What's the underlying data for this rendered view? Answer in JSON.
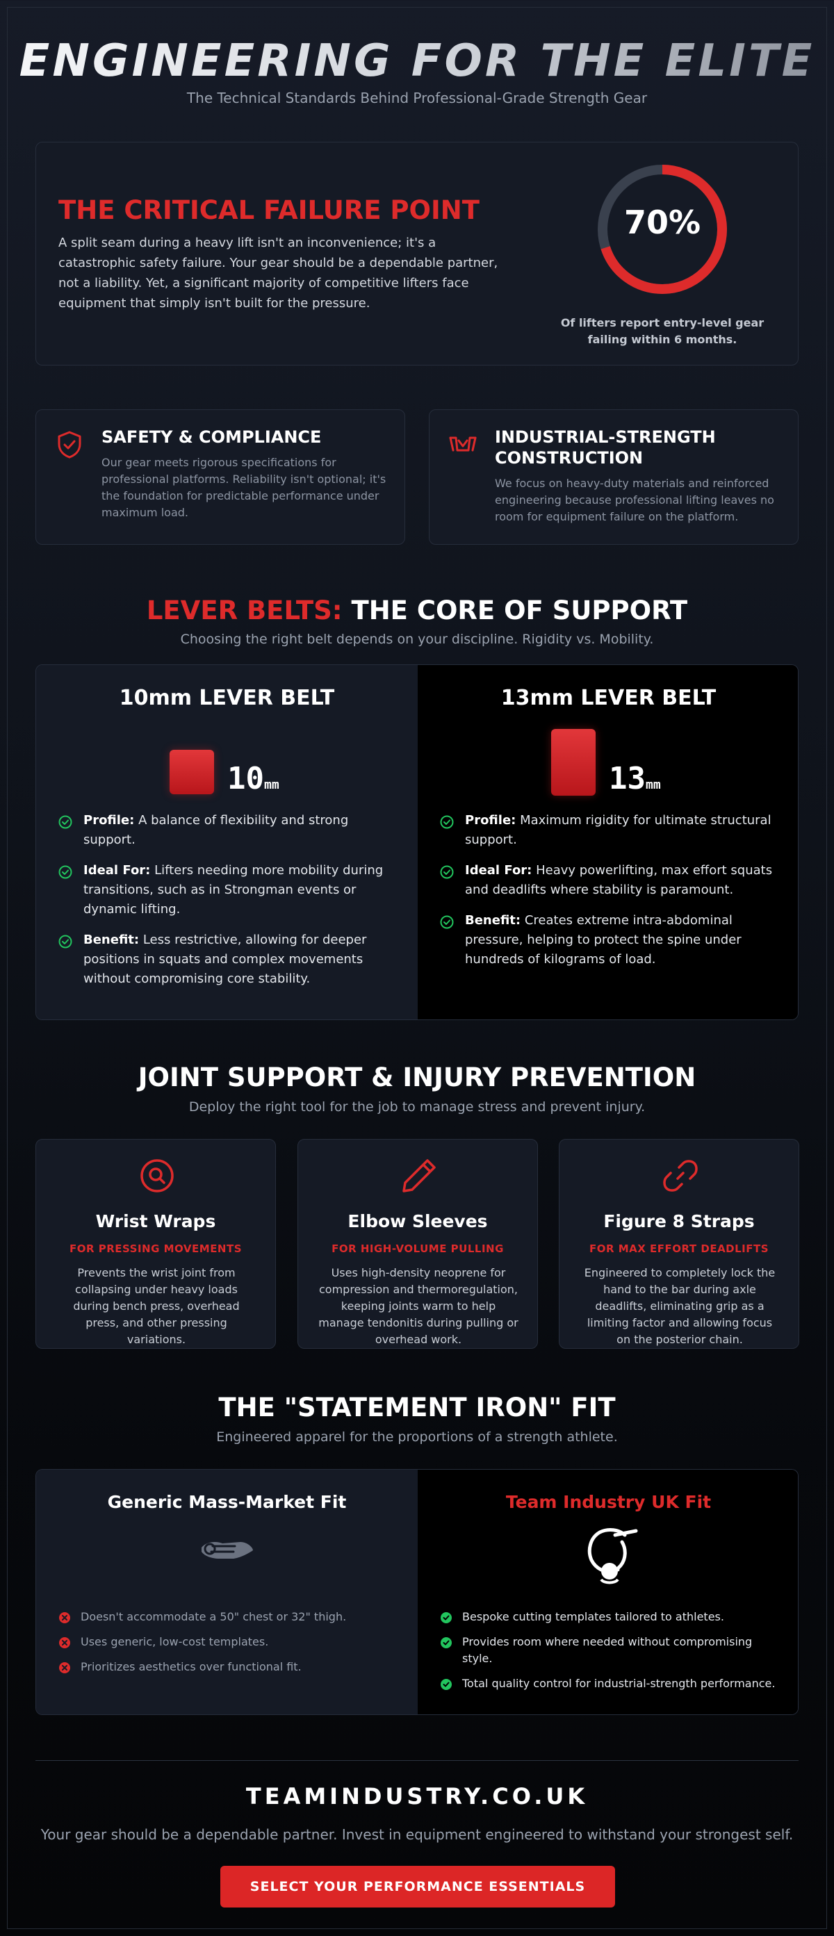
{
  "hero": {
    "title": "ENGINEERING FOR THE ELITE",
    "subtitle": "The Technical Standards Behind Professional-Grade Strength Gear"
  },
  "critical": {
    "title": "THE CRITICAL FAILURE POINT",
    "body": "A split seam during a heavy lift isn't an inconvenience; it's a catastrophic safety failure. Your gear should be a dependable partner, not a liability. Yet, a significant majority of competitive lifters face equipment that simply isn't built for the pressure.",
    "stat_value": "70%",
    "stat_fraction": 0.7,
    "stat_caption": "Of lifters report entry-level gear failing within 6 months."
  },
  "features": [
    {
      "icon": "shield-check-icon",
      "title": "SAFETY & COMPLIANCE",
      "body": "Our gear meets rigorous specifications for professional platforms. Reliability isn't optional; it's the foundation for predictable performance under maximum load."
    },
    {
      "icon": "industrial-icon",
      "title": "INDUSTRIAL-STRENGTH CONSTRUCTION",
      "body": "We focus on heavy-duty materials and reinforced engineering because professional lifting leaves no room for equipment failure on the platform."
    }
  ],
  "belts_section": {
    "title_accent": "LEVER BELTS:",
    "title_rest": "THE CORE OF SUPPORT",
    "subtitle": "Choosing the right belt depends on your discipline. Rigidity vs. Mobility."
  },
  "belts": [
    {
      "title": "10mm LEVER BELT",
      "thickness": "10",
      "unit": "mm",
      "points": [
        {
          "label": "Profile:",
          "text": "A balance of flexibility and strong support."
        },
        {
          "label": "Ideal For:",
          "text": "Lifters needing more mobility during transitions, such as in Strongman events or dynamic lifting."
        },
        {
          "label": "Benefit:",
          "text": "Less restrictive, allowing for deeper positions in squats and complex movements without compromising core stability."
        }
      ]
    },
    {
      "title": "13mm LEVER BELT",
      "thickness": "13",
      "unit": "mm",
      "points": [
        {
          "label": "Profile:",
          "text": "Maximum rigidity for ultimate structural support."
        },
        {
          "label": "Ideal For:",
          "text": "Heavy powerlifting, max effort squats and deadlifts where stability is paramount."
        },
        {
          "label": "Benefit:",
          "text": "Creates extreme intra-abdominal pressure, helping to protect the spine under hundreds of kilograms of load."
        }
      ]
    }
  ],
  "joints_section": {
    "title": "JOINT SUPPORT & INJURY PREVENTION",
    "subtitle": "Deploy the right tool for the job to manage stress and prevent injury."
  },
  "joints": [
    {
      "icon": "search-icon",
      "title": "Wrist Wraps",
      "tag": "FOR PRESSING MOVEMENTS",
      "body": "Prevents the wrist joint from collapsing under heavy loads during bench press, overhead press, and other pressing variations."
    },
    {
      "icon": "pencil-icon",
      "title": "Elbow Sleeves",
      "tag": "FOR HIGH-VOLUME PULLING",
      "body": "Uses high-density neoprene for compression and thermoregulation, keeping joints warm to help manage tendonitis during pulling or overhead work."
    },
    {
      "icon": "link-icon",
      "title": "Figure 8 Straps",
      "tag": "FOR MAX EFFORT DEADLIFTS",
      "body": "Engineered to completely lock the hand to the bar during axle deadlifts, eliminating grip as a limiting factor and allowing focus on the posterior chain."
    }
  ],
  "fit_section": {
    "title": "THE \"STATEMENT IRON\" FIT",
    "subtitle": "Engineered apparel for the proportions of a strength athlete."
  },
  "fit": {
    "generic": {
      "title": "Generic Mass-Market Fit",
      "icon": "hand-icon",
      "items": [
        "Doesn't accommodate a 50\" chest or 32\" thigh.",
        "Uses generic, low-cost templates.",
        "Prioritizes aesthetics over functional fit."
      ]
    },
    "team": {
      "title": "Team Industry UK Fit",
      "icon": "athlete-icon",
      "items": [
        "Bespoke cutting templates tailored to athletes.",
        "Provides room where needed without compromising style.",
        "Total quality control for industrial-strength performance."
      ]
    }
  },
  "footer": {
    "brand": "TEAMINDUSTRY.CO.UK",
    "tagline": "Your gear should be a dependable partner. Invest in equipment engineered to withstand your strongest self.",
    "cta": "SELECT YOUR PERFORMANCE ESSENTIALS"
  },
  "colors": {
    "accent": "#de2b2b",
    "success": "#22c55e",
    "background": "#0f131b",
    "card": "#151a25"
  }
}
